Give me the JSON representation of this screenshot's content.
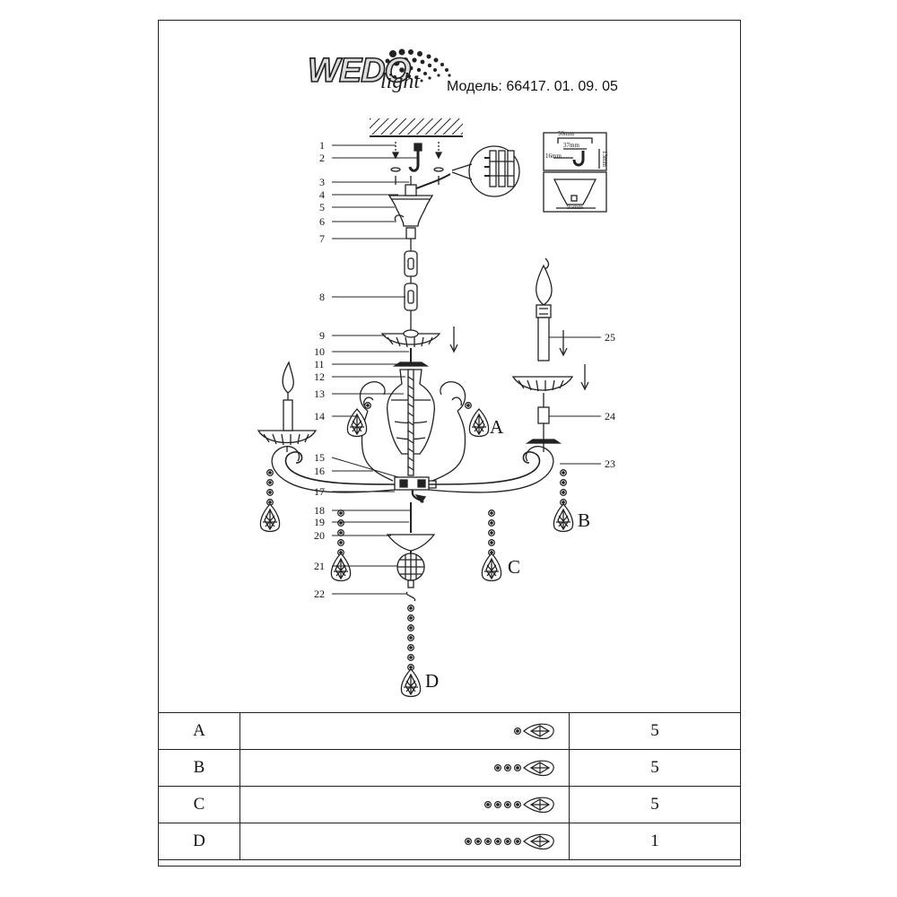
{
  "header": {
    "brand": "WEDO",
    "brand_sub": "light",
    "model_label": "Модель: 66417. 01. 09. 05"
  },
  "hook_detail": {
    "dim_top": "50mm",
    "dim_inner": "37mm",
    "dim_left": "16mm",
    "dim_right": "13mm",
    "dim_canopy": "95mm"
  },
  "callouts": {
    "left": [
      "1",
      "2",
      "3",
      "4",
      "5",
      "6",
      "7",
      "8",
      "9",
      "10",
      "11",
      "12",
      "13",
      "14",
      "15",
      "16",
      "17",
      "18",
      "19",
      "20",
      "21",
      "22"
    ],
    "right": [
      "25",
      "24",
      "23"
    ]
  },
  "variant_letters": [
    "A",
    "B",
    "C",
    "D"
  ],
  "pendant_table": {
    "rows": [
      {
        "code": "A",
        "beads": 1,
        "qty": "5"
      },
      {
        "code": "B",
        "beads": 3,
        "qty": "5"
      },
      {
        "code": "C",
        "beads": 4,
        "qty": "5"
      },
      {
        "code": "D",
        "beads": 6,
        "qty": "1"
      }
    ]
  }
}
